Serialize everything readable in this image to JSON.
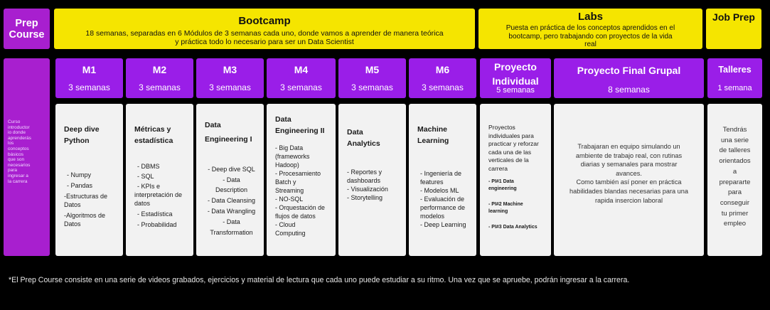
{
  "prep": {
    "title_line1": "Prep",
    "title_line2": "Course",
    "intro": [
      "Curso",
      "introductor",
      "io donde",
      "aprenderás",
      "los",
      "conceptos",
      "básicos",
      "que son",
      "necesarios",
      "para",
      "ingresar a",
      "la carrera"
    ]
  },
  "bootcamp": {
    "title": "Bootcamp",
    "subtitle_line1": "18 semanas, separadas en 6 Módulos de 3 semanas cada uno, donde vamos a aprender de manera teórica",
    "subtitle_line2": "y práctica todo lo necesario para ser un Data Scientist"
  },
  "labs": {
    "title": "Labs",
    "subtitle_line1": "Puesta en práctica de los conceptos aprendidos en el",
    "subtitle_line2": "bootcamp, pero trabajando con proyectos de la vida",
    "subtitle_line3": "real"
  },
  "jobprep": {
    "title": "Job Prep"
  },
  "modules": [
    {
      "code": "M1",
      "duration": "3 semanas",
      "card_title": [
        "Deep dive",
        "Python"
      ],
      "items": [
        "- Numpy",
        "- Pandas",
        "-Estructuras de",
        "Datos",
        "-Algoritmos de",
        "Datos"
      ]
    },
    {
      "code": "M2",
      "duration": "3 semanas",
      "card_title": [
        "Métricas y",
        "estadística"
      ],
      "items": [
        "- DBMS",
        "- SQL",
        "- KPIs e",
        "interpretación de",
        "datos",
        "- Estadística",
        "- Probabilidad"
      ]
    },
    {
      "code": "M3",
      "duration": "3 semanas",
      "card_title": [
        "Data",
        "Engineering I"
      ],
      "items": [
        "- Deep dive SQL",
        "- Data",
        "Description",
        "- Data Cleansing",
        "- Data Wrangling",
        "- Data",
        "Transformation"
      ]
    },
    {
      "code": "M4",
      "duration": "3 semanas",
      "card_title": [
        "Data",
        "Engineering II"
      ],
      "items": [
        "- Big Data",
        "(frameworks",
        "Hadoop)",
        "- Procesamiento",
        "Batch y",
        "Streaming",
        "- NO-SQL",
        "- Orquestación de",
        "flujos de datos",
        "- Cloud",
        "Computing"
      ]
    },
    {
      "code": "M5",
      "duration": "3 semanas",
      "card_title": [
        "Data",
        "Analytics"
      ],
      "items": [
        "- Reportes y",
        "dashboards",
        "- Visualización",
        "- Storytelling"
      ]
    },
    {
      "code": "M6",
      "duration": "3 semanas",
      "card_title": [
        "Machine",
        "Learning"
      ],
      "items": [
        "- Ingeniería de",
        "features",
        "- Modelos ML",
        "- Evaluación de",
        "performance de",
        "modelos",
        "- Deep Learning"
      ]
    }
  ],
  "proyecto_individual": {
    "title_line1": "Proyecto",
    "title_line2": "Individual",
    "duration": "5 semanas",
    "desc": [
      "Proyectos",
      "individuales para",
      "practicar y reforzar",
      "cada una de las",
      "verticales de la",
      "carrera"
    ],
    "pi1": [
      "- PI#1 Data",
      "engineering"
    ],
    "pi2": [
      "- PI#2 Machine",
      "learning"
    ],
    "pi3": "- PI#3 Data Analytics"
  },
  "proyecto_grupal": {
    "title": "Proyecto Final Grupal",
    "duration": "8 semanas",
    "desc": [
      "Trabajaran en equipo simulando un",
      "ambiente de trabajo real, con rutinas",
      "diarias y semanales para mostrar",
      "avances.",
      "Como también así poner en práctica",
      "habilidades blandas necesarias para una",
      "rapida insercion laboral"
    ]
  },
  "talleres": {
    "title": "Talleres",
    "duration": "1 semana",
    "desc": [
      "Tendrás",
      "una serie",
      "de talleres",
      "orientados",
      "a",
      "prepararte",
      "para",
      "conseguir",
      "tu primer",
      "empleo"
    ]
  },
  "footnote": "*El Prep Course consiste en una serie de videos grabados, ejercicios y material de lectura que cada uno puede estudiar a su ritmo. Una vez que se apruebe, podrán ingresar a la carrera."
}
